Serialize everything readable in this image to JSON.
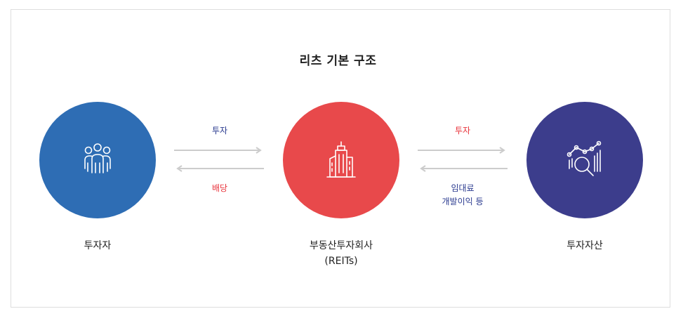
{
  "title": "리츠 기본 구조",
  "colors": {
    "investor_circle": "#2e6db4",
    "reits_circle": "#e8494b",
    "asset_circle": "#3c3d8c",
    "arrow": "#cccccc",
    "label_red": "#e8343c",
    "label_blue": "#2a3a8f"
  },
  "nodes": {
    "investor": {
      "label": "투자자",
      "icon": "people-icon"
    },
    "reits": {
      "label": "부동산투자회사",
      "sub": "(REITs)",
      "icon": "buildings-icon"
    },
    "asset": {
      "label": "투자자산",
      "icon": "analytics-icon"
    }
  },
  "flows": {
    "investor_to_reits": "투자",
    "reits_to_investor": "배당",
    "reits_to_asset": "투자",
    "asset_to_reits_line1": "임대료",
    "asset_to_reits_line2": "개발이익 등"
  }
}
